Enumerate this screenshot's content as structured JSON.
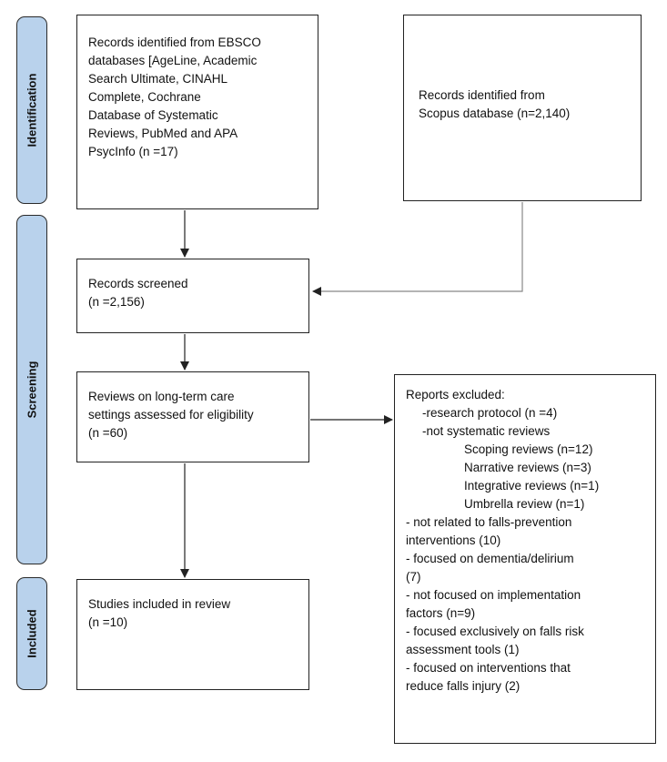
{
  "stages": {
    "identification": "Identification",
    "screening": "Screening",
    "included": "Included"
  },
  "boxes": {
    "ebsco": "Records identified from EBSCO\ndatabases [AgeLine, Academic\nSearch Ultimate, CINAHL\nComplete, Cochrane\nDatabase of Systematic\nReviews, PubMed and APA\nPsycInfo (n =17)",
    "scopus": "Records identified from\nScopus database (n=2,140)",
    "screened": "Records screened\n(n =2,156)",
    "reviews": "Reviews on long-term care\nsettings assessed for eligibility\n(n =60)",
    "included": "Studies included in review\n(n =10)"
  },
  "excluded": {
    "title": "Reports excluded:",
    "items": [
      "-research protocol (n =4)",
      "-not systematic reviews",
      "Scoping reviews (n=12)",
      "Narrative reviews (n=3)",
      "Integrative reviews (n=1)",
      "Umbrella review (n=1)",
      "- not related to falls-prevention",
      "interventions (10)",
      "- focused on dementia/delirium",
      "(7)",
      "- not focused on implementation",
      "factors (n=9)",
      "- focused exclusively on falls risk",
      "assessment tools (1)",
      "- focused on interventions that",
      "reduce falls injury (2)"
    ]
  },
  "colors": {
    "stage_fill": "#b9d2ec",
    "border": "#222222",
    "arrow_dark": "#222222",
    "arrow_gray": "#888888"
  }
}
